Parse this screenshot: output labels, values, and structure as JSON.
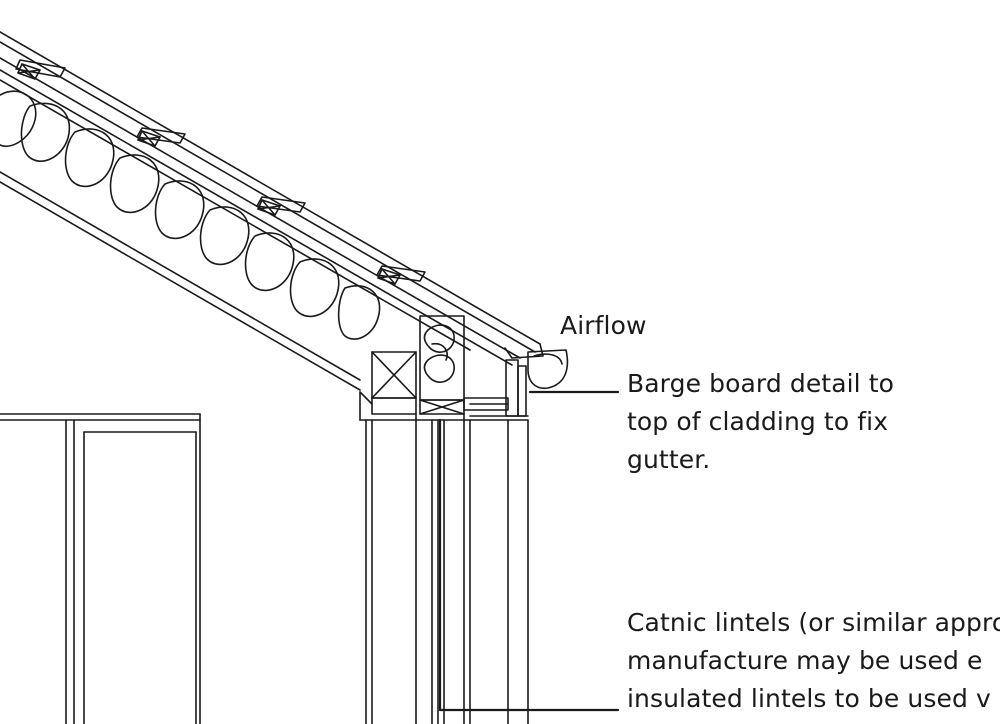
{
  "labels": {
    "airflow": "Airflow",
    "barge": [
      "Barge board detail to",
      "top of cladding to fix",
      "gutter."
    ],
    "catnic": [
      "Catnic lintels (or similar approved",
      "manufacture may be used e",
      "insulated lintels to be used v"
    ]
  },
  "colors": {
    "line": "#1a1a1a",
    "background": "#ffffff"
  }
}
